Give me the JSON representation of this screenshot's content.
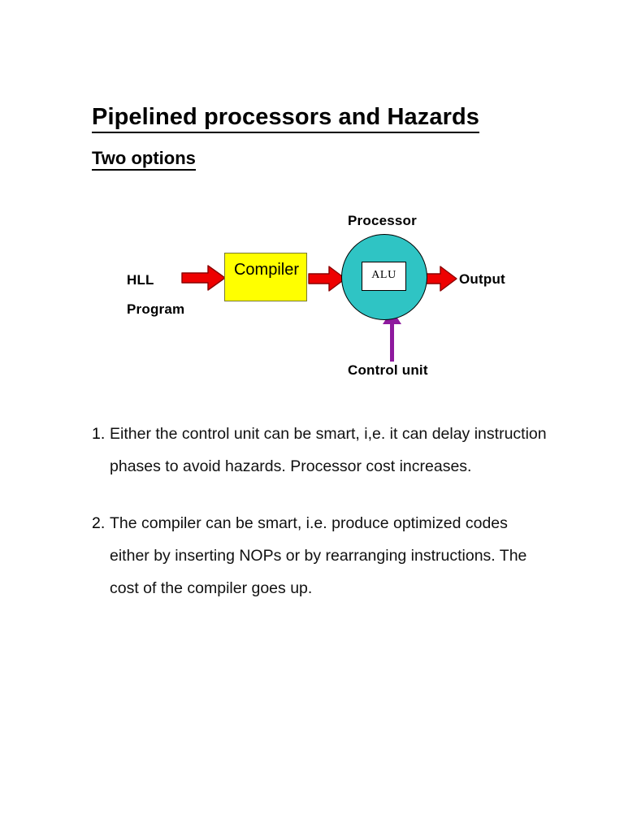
{
  "document": {
    "title": "Pipelined processors and Hazards",
    "subtitle": "Two options"
  },
  "diagram": {
    "name": "compiler-processor-dataflow-diagram",
    "labels": {
      "hll": "HLL",
      "program": "Program",
      "compiler": "Compiler",
      "processor": "Processor",
      "alu": "ALU",
      "output": "Output",
      "control_unit": "Control unit"
    },
    "colors": {
      "compiler_fill": "#ffff00",
      "compiler_border": "#7a7a33",
      "processor_fill": "#2fc4c4",
      "processor_border": "#000000",
      "alu_fill": "#ffffff",
      "alu_border": "#000000",
      "data_arrow": "#ee0000",
      "data_arrow_outline": "#8b0000",
      "control_arrow": "#8e1a9e"
    },
    "arrows": [
      {
        "name": "hll-to-compiler-arrow",
        "color": "#ee0000",
        "direction": "right"
      },
      {
        "name": "compiler-to-processor-arrow",
        "color": "#ee0000",
        "direction": "right"
      },
      {
        "name": "processor-to-output-arrow",
        "color": "#ee0000",
        "direction": "right"
      },
      {
        "name": "control-unit-to-processor-arrow",
        "color": "#8e1a9e",
        "direction": "up"
      }
    ]
  },
  "body": {
    "items": [
      {
        "number": "1.",
        "text": "Either the control unit can be smart, i,e. it can delay instruction phases to avoid hazards. Processor cost increases."
      },
      {
        "number": "2.",
        "text": "The compiler can be smart, i.e. produce optimized codes either by inserting NOPs or by rearranging instructions. The cost of the compiler goes up."
      }
    ]
  }
}
